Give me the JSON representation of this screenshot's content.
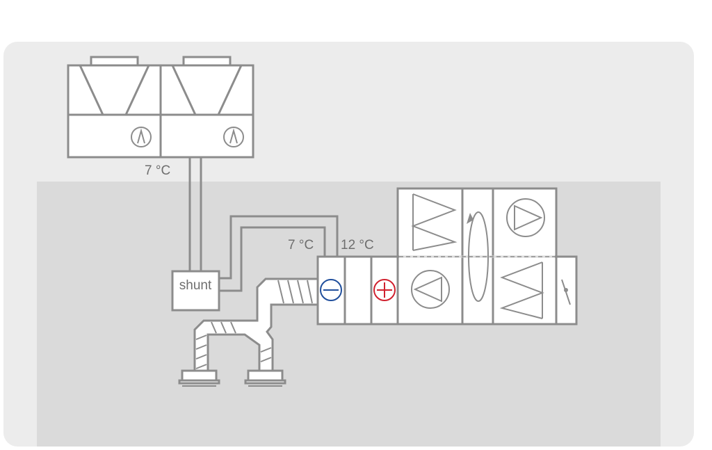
{
  "labels": {
    "chiller_supply_temp": "7 °C",
    "ahu_supply_temp": "7 °C",
    "ahu_return_temp": "12 °C",
    "shunt": "shunt"
  },
  "colors": {
    "outer_background": "#ececec",
    "indoor_background": "#dadada",
    "line": "#8c8c8c",
    "cooling_coil": "#1f4e9c",
    "heating_coil": "#d0202e"
  },
  "icons": {
    "cooling_coil": "minus-circle-icon",
    "heating_coil": "plus-circle-icon",
    "fan": "fan-triangle-icon",
    "filter": "filter-zigzag-icon",
    "heat_recovery": "rotating-wheel-icon",
    "damper": "damper-icon",
    "compressor": "compressor-circle-icon"
  }
}
